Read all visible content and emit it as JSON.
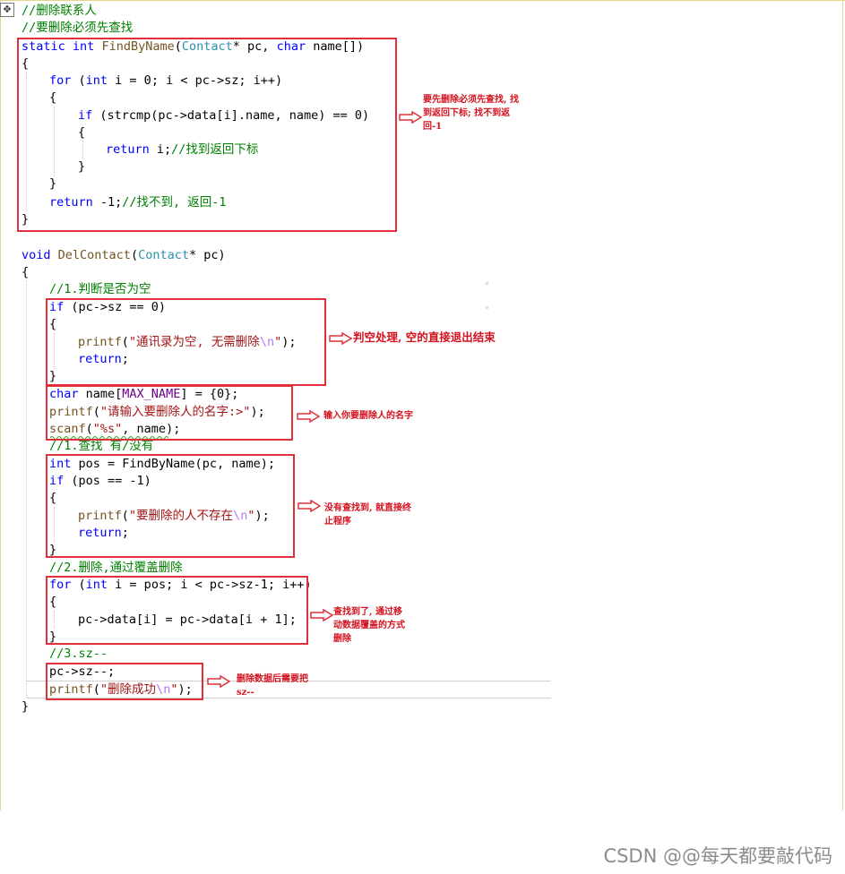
{
  "colors": {
    "comment": "#008000",
    "keyword": "#0000ff",
    "type": "#2b91af",
    "function": "#74531f",
    "string": "#a31515",
    "escape": "#b776fb",
    "macro": "#6f008a",
    "annotation": "#d4121f"
  },
  "code": {
    "c1": "//删除联系人",
    "c2": "//要删除必须先查找",
    "f1": {
      "l1_kw": "static",
      "l1_kw2": "int",
      "l1_fn": "FindByName",
      "l1_type": "Contact",
      "l1_rest1": "* pc, ",
      "l1_kw3": "char",
      "l1_rest2": " name[])",
      "l2": "{",
      "l3_kw": "for",
      "l3_rest1": " (",
      "l3_kw2": "int",
      "l3_rest2": " i = 0; i < pc->sz; i++)",
      "l4": "{",
      "l5_kw": "if",
      "l5_rest": " (strcmp(pc->data[i].name, name) == 0)",
      "l6": "{",
      "l7_kw": "return",
      "l7_rest": " i;",
      "l7_c": "//找到返回下标",
      "l8": "}",
      "l9": "}",
      "l10_kw": "return",
      "l10_rest": " -1;",
      "l10_c": "//找不到, 返回-1",
      "l11": "}"
    },
    "f2": {
      "l1_kw": "void",
      "l1_fn": "DelContact",
      "l1_type": "Contact",
      "l1_rest": "* pc)",
      "l2": "{",
      "c1": "//1.判断是否为空",
      "l3_kw": "if",
      "l3_rest": " (pc->sz == 0)",
      "l4": "{",
      "l5_fn": "printf",
      "l5_str": "\"通讯录为空, 无需删除",
      "l5_esc": "\\n",
      "l5_str2": "\"",
      "l5_rest": ");",
      "l6_kw": "return",
      "l6_rest": ";",
      "l7": "}",
      "l8_kw": "char",
      "l8_rest1": " name[",
      "l8_mac": "MAX_NAME",
      "l8_rest2": "] = {0};",
      "l9_fn": "printf",
      "l9_str": "\"请输入要删除人的名字:>\"",
      "l9_rest": ");",
      "l10_fn": "scanf",
      "l10_str": "\"%s\"",
      "l10_rest": ", name);",
      "c2": "//1.查找 有/没有",
      "l11_kw": "int",
      "l11_rest": " pos = FindByName(pc, name);",
      "l12_kw": "if",
      "l12_rest": " (pos == -1)",
      "l13": "{",
      "l14_fn": "printf",
      "l14_str": "\"要删除的人不存在",
      "l14_esc": "\\n",
      "l14_str2": "\"",
      "l14_rest": ");",
      "l15_kw": "return",
      "l15_rest": ";",
      "l16": "}",
      "c3": "//2.删除,通过覆盖删除",
      "l17_kw": "for",
      "l17_rest1": " (",
      "l17_kw2": "int",
      "l17_rest2": " i = pos; i < pc->sz-1; i++)",
      "l18": "{",
      "l19": "pc->data[i] = pc->data[i + 1];",
      "l20": "}",
      "c4": "//3.sz--",
      "l21": "pc->sz--;",
      "l22_fn": "printf",
      "l22_str": "\"删除成功",
      "l22_esc": "\\n",
      "l22_str2": "\"",
      "l22_rest": ");",
      "l23": "}"
    }
  },
  "annotations": {
    "a1": [
      "要先删除必须先查找, 找",
      "到返回下标; 找不到返",
      "回-1"
    ],
    "a2": "判空处理, 空的直接退出结束",
    "a3": "输入你要删除人的名字",
    "a4": [
      "没有查找到, 就直接终",
      "止程序"
    ],
    "a5": [
      "查找到了, 通过移",
      "动数据覆盖的方式",
      "删除"
    ],
    "a6": [
      "删除数据后需要把",
      "sz--"
    ]
  },
  "watermark": "CSDN @@每天都要敲代码",
  "icons": {
    "move_handle": "move-handle-icon",
    "arrow": "hollow-right-arrow-icon"
  }
}
